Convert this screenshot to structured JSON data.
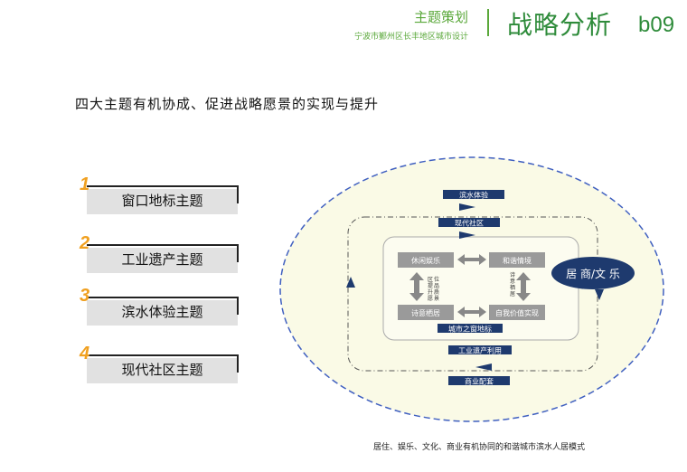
{
  "header": {
    "subtitle": "主题策划",
    "project": "宁波市鄞州区长丰地区城市设计",
    "title": "战略分析",
    "page_code": "b09"
  },
  "main_title": "四大主题有机协成、促进战略愿景的实现与提升",
  "themes": [
    {
      "num": "1",
      "label": "窗口地标主题"
    },
    {
      "num": "2",
      "label": "工业遗产主题"
    },
    {
      "num": "3",
      "label": "滨水体验主题"
    },
    {
      "num": "4",
      "label": "现代社区主题"
    }
  ],
  "diagram": {
    "outer_labels": [
      "滨水体验",
      "现代社区",
      "城市之窗地标",
      "工业遗产利用",
      "商业配套"
    ],
    "nodes": [
      "休闲娱乐",
      "和谐情境",
      "诗意栖居",
      "自我价值实现"
    ],
    "v_left_text": [
      "区",
      "位",
      "提",
      "品",
      "升",
      "质",
      "愿",
      "景"
    ],
    "v_left_col1": "区提品愿",
    "v_left_col2": "位升质景",
    "v_right_text": "诗意栖居",
    "bubble": "居  商/文  乐",
    "colors": {
      "ellipse_fill": "#fafae6",
      "ellipse_border": "#4060c0",
      "navy": "#1e3a6e",
      "node_gray": "#9a9a9a"
    }
  },
  "caption": "居住、娱乐、文化、商业有机协同的和谐城市滨水人居模式"
}
